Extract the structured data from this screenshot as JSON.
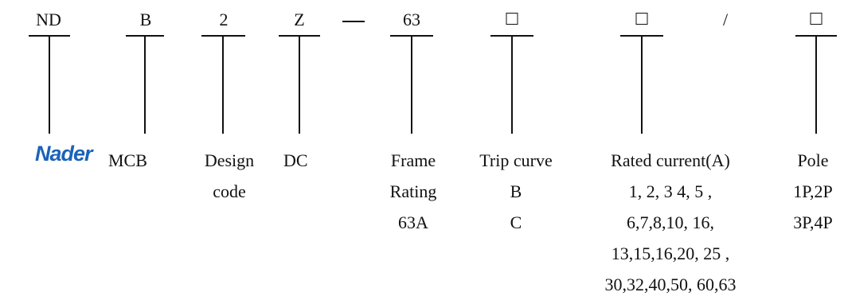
{
  "code_row": {
    "nd": "ND",
    "b": "B",
    "two": "2",
    "z": "Z",
    "sixty_three": "63",
    "slash": "/"
  },
  "brand": {
    "logo_text": "Nader",
    "logo_color": "#1a63b9"
  },
  "descriptions": {
    "mcb": "MCB",
    "design_code": [
      "Design",
      "code"
    ],
    "dc": "DC",
    "frame_rating": [
      "Frame",
      "Rating",
      "63A"
    ],
    "trip_curve": [
      "Trip curve",
      "B",
      "C"
    ],
    "rated_current": [
      "Rated current(A)",
      "1, 2, 3 4, 5 ,",
      "6,7,8,10, 16,",
      "13,15,16,20, 25 ,",
      "30,32,40,50, 60,63"
    ],
    "pole": [
      "Pole",
      "1P,2P",
      "3P,4P"
    ]
  }
}
